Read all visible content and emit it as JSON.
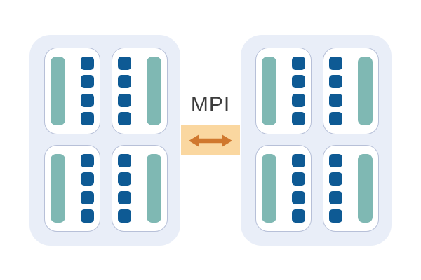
{
  "diagram": {
    "label": "MPI",
    "link": {
      "icon": "double-arrow-icon"
    },
    "colors": {
      "node_bg": "#e9eef8",
      "card_border": "#b7c0d8",
      "card_bg": "#ffffff",
      "teal_bar": "#7fb8b3",
      "blue_square": "#0e5a94",
      "link_bg": "#fad7a0",
      "arrow": "#d0782e",
      "label_text": "#3c3c3c"
    },
    "nodes": [
      {
        "name": "node-left",
        "sockets": [
          {
            "variant": "bar-left",
            "squares": 4
          },
          {
            "variant": "bar-right",
            "squares": 4
          },
          {
            "variant": "bar-left",
            "squares": 4
          },
          {
            "variant": "bar-right",
            "squares": 4
          }
        ]
      },
      {
        "name": "node-right",
        "sockets": [
          {
            "variant": "bar-left",
            "squares": 4
          },
          {
            "variant": "bar-right",
            "squares": 4
          },
          {
            "variant": "bar-left",
            "squares": 4
          },
          {
            "variant": "bar-right",
            "squares": 4
          }
        ]
      }
    ]
  }
}
